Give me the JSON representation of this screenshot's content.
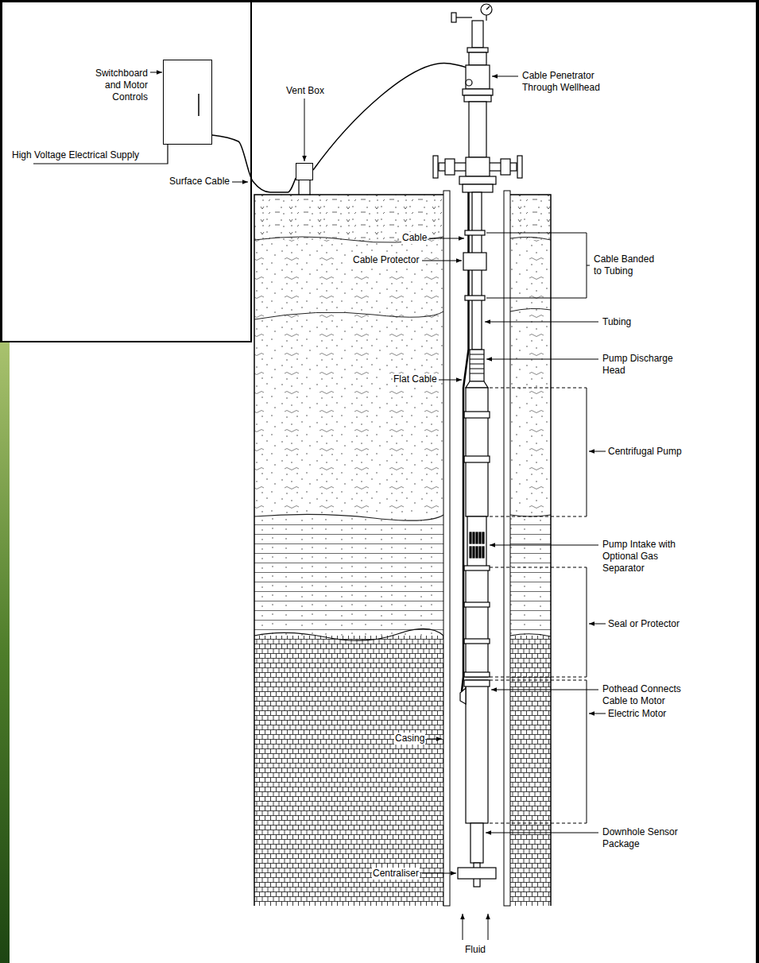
{
  "diagram": {
    "nodes": [
      {
        "text": [
          "Switchboard and Motor Controls"
        ]
      },
      {
        "text": [
          "Vent Box"
        ]
      }
    ],
    "edges": [
      {
        "from": 0,
        "to": 1,
        "arrow": "none"
      }
    ],
    "labels": [
      "High Voltage Electrical Supply",
      "Surface Cable",
      "Cable Penetrator Through Wellhead",
      "Cable",
      "Cable Protector",
      "Cable Banded to Tubing",
      "Tubing",
      "Pump Discharge Head",
      "Flat Cable",
      "Centrifugal Pump",
      "Pump Intake with Optional Gas Separator",
      "Seal or Protector",
      "Casing",
      "Pothead Connects Cable to Motor",
      "Electric Motor",
      "Downhole Sensor Package",
      "Centraliser",
      "Fluid"
    ]
  }
}
